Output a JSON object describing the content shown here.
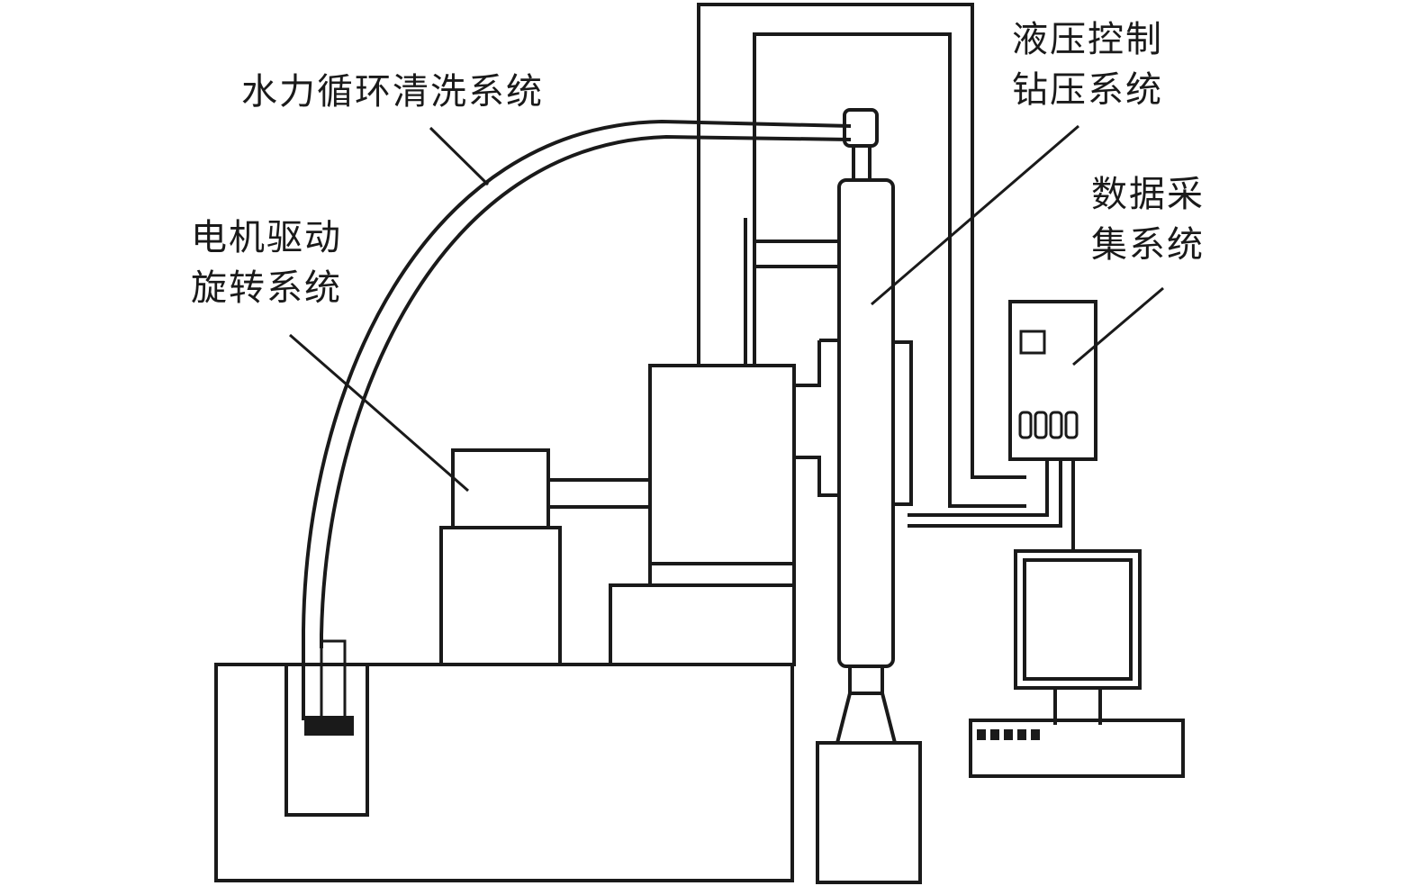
{
  "labels": {
    "water_cleaning": "水力循环清洗系统",
    "motor_line1": "电机驱动",
    "motor_line2": "旋转系统",
    "hydraulic_line1": "液压控制",
    "hydraulic_line2": "钻压系统",
    "data_line1": "数据采",
    "data_line2": "集系统"
  }
}
